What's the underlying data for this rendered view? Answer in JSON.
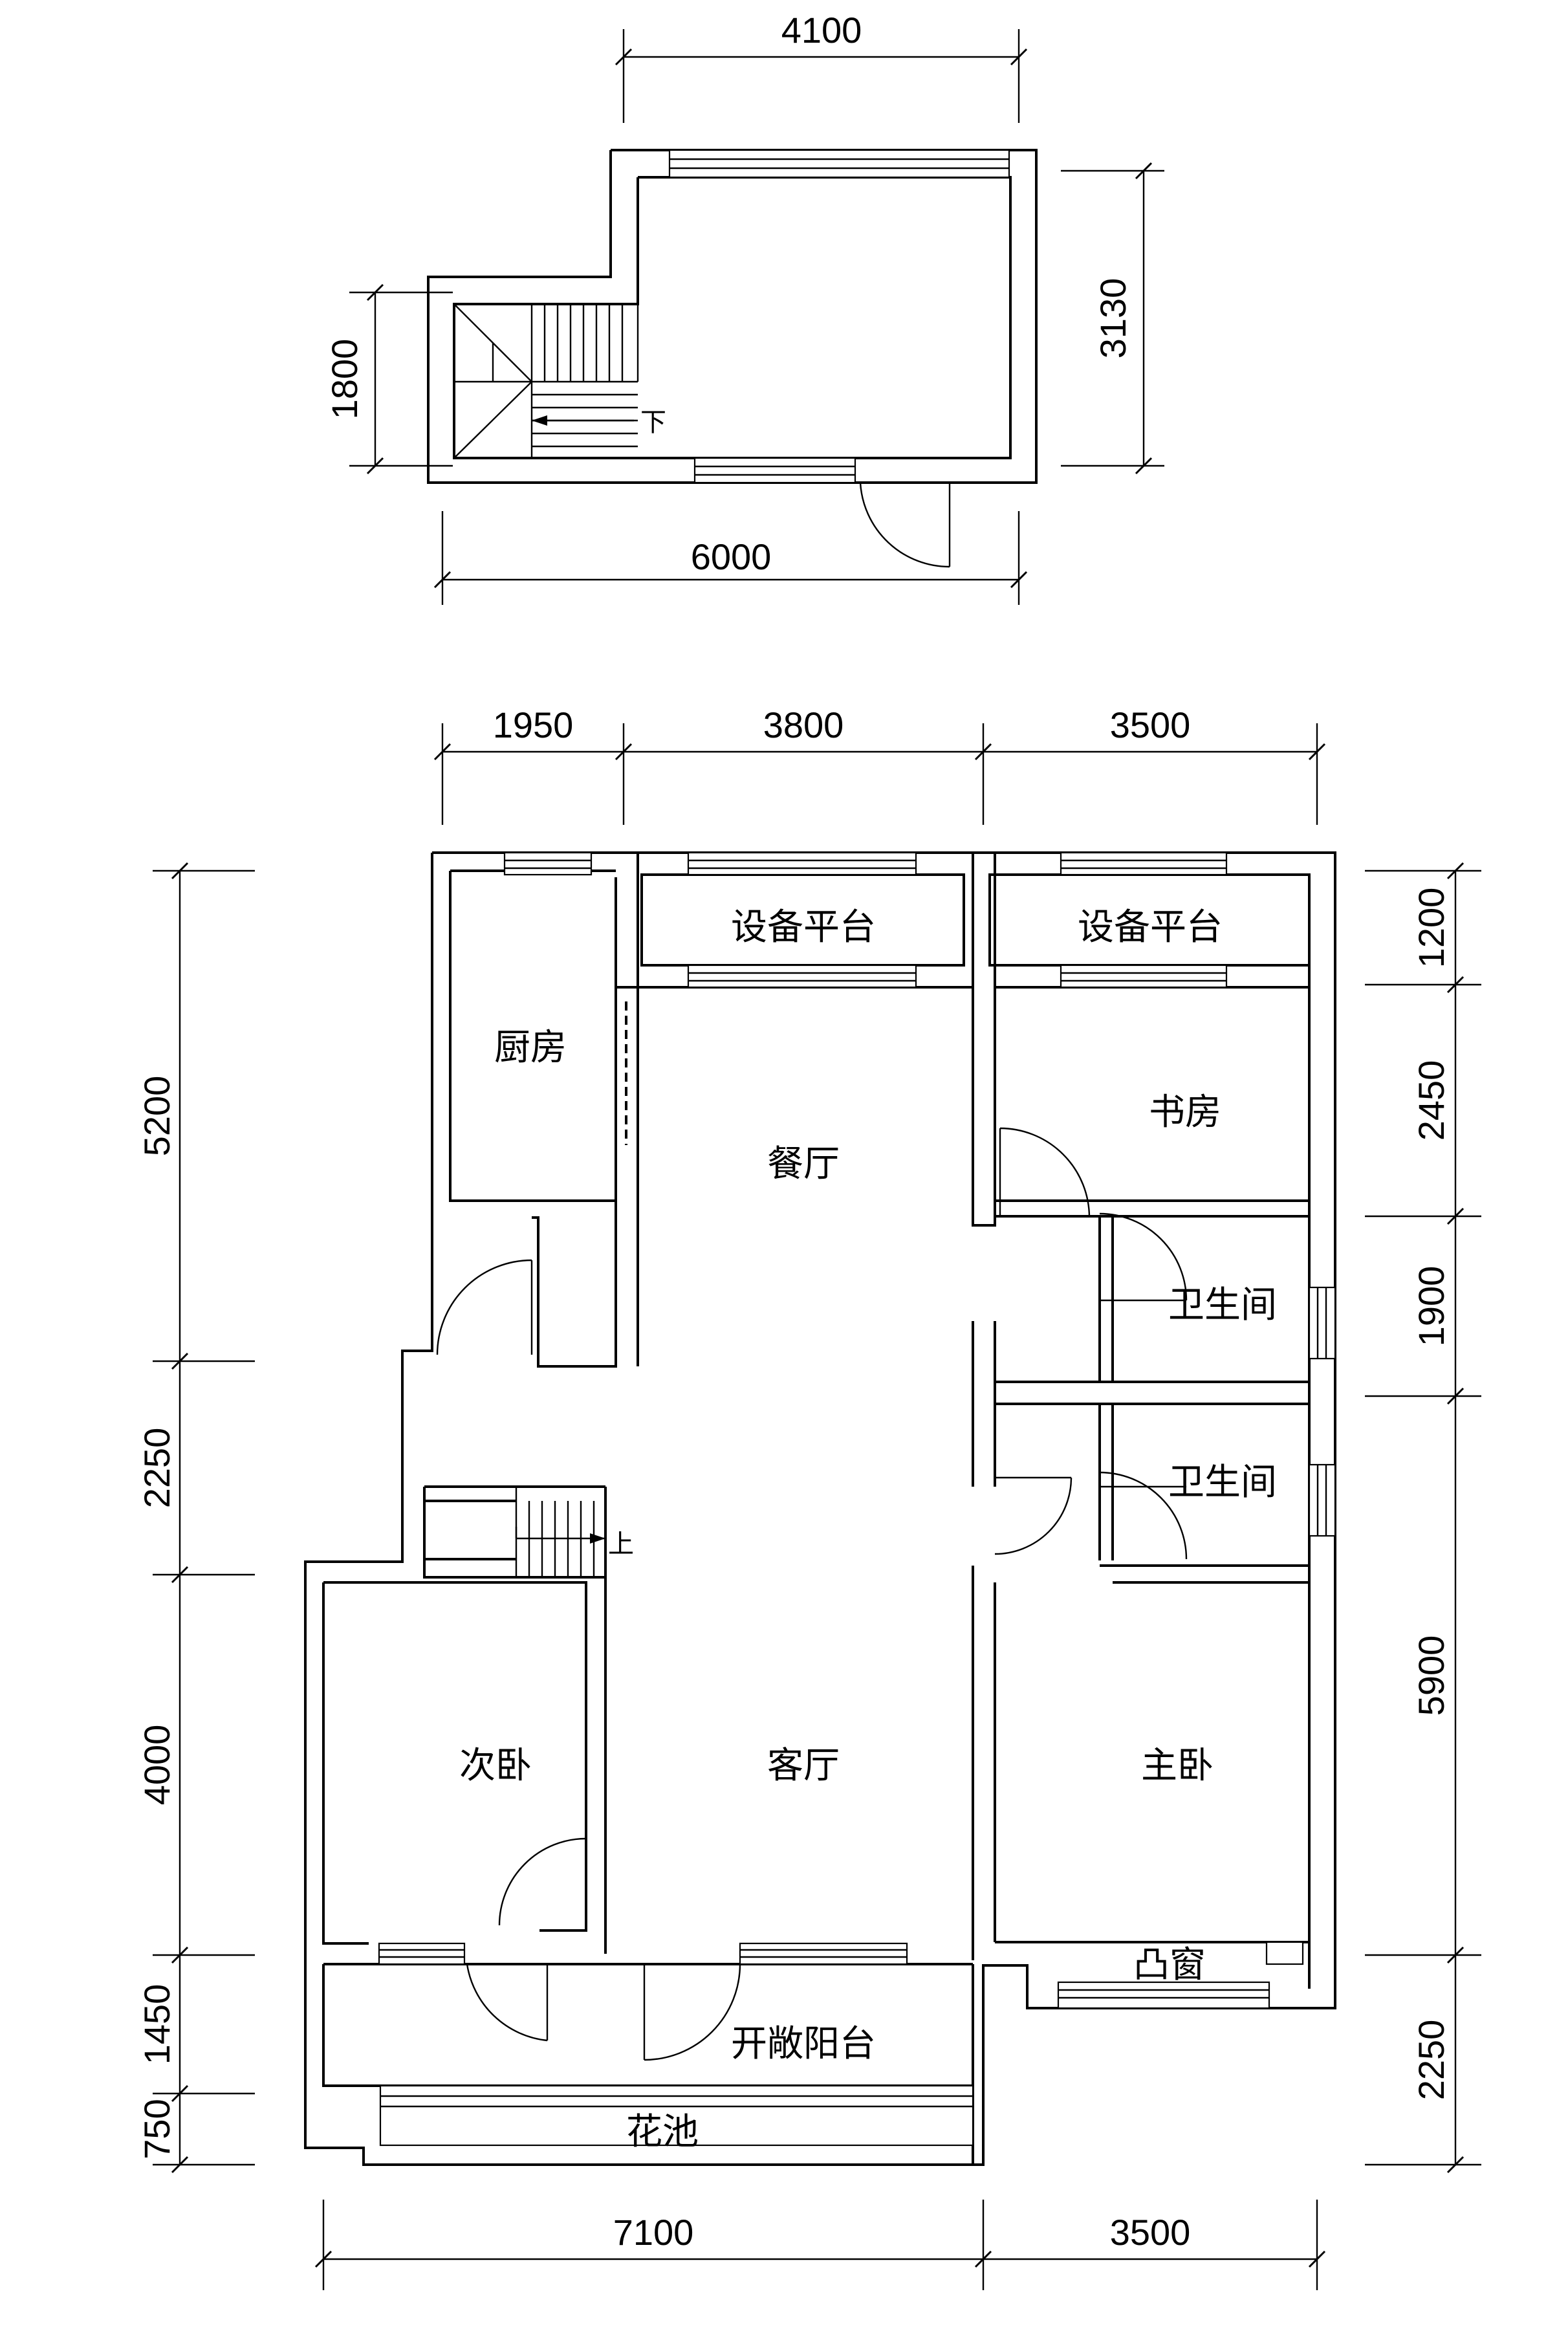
{
  "upper_floor": {
    "dims": {
      "top_width": "4100",
      "bottom_width": "6000",
      "left_height": "1800",
      "right_height": "3130"
    },
    "stair_label": "下"
  },
  "main_floor": {
    "dims": {
      "top": [
        "1950",
        "3800",
        "3500"
      ],
      "bottom": [
        "7100",
        "3500"
      ],
      "left": [
        "5200",
        "2250",
        "4000",
        "1450",
        "750"
      ],
      "right": [
        "1200",
        "2450",
        "1900",
        "5900",
        "2250"
      ]
    },
    "rooms": {
      "equipment_platform_1": "设备平台",
      "equipment_platform_2": "设备平台",
      "kitchen": "厨房",
      "dining": "餐厅",
      "study": "书房",
      "bathroom_1": "卫生间",
      "bathroom_2": "卫生间",
      "second_bedroom": "次卧",
      "living_room": "客厅",
      "master_bedroom": "主卧",
      "bay_window": "凸窗",
      "open_balcony": "开敞阳台",
      "planter": "花池"
    },
    "stair_label": "上"
  }
}
